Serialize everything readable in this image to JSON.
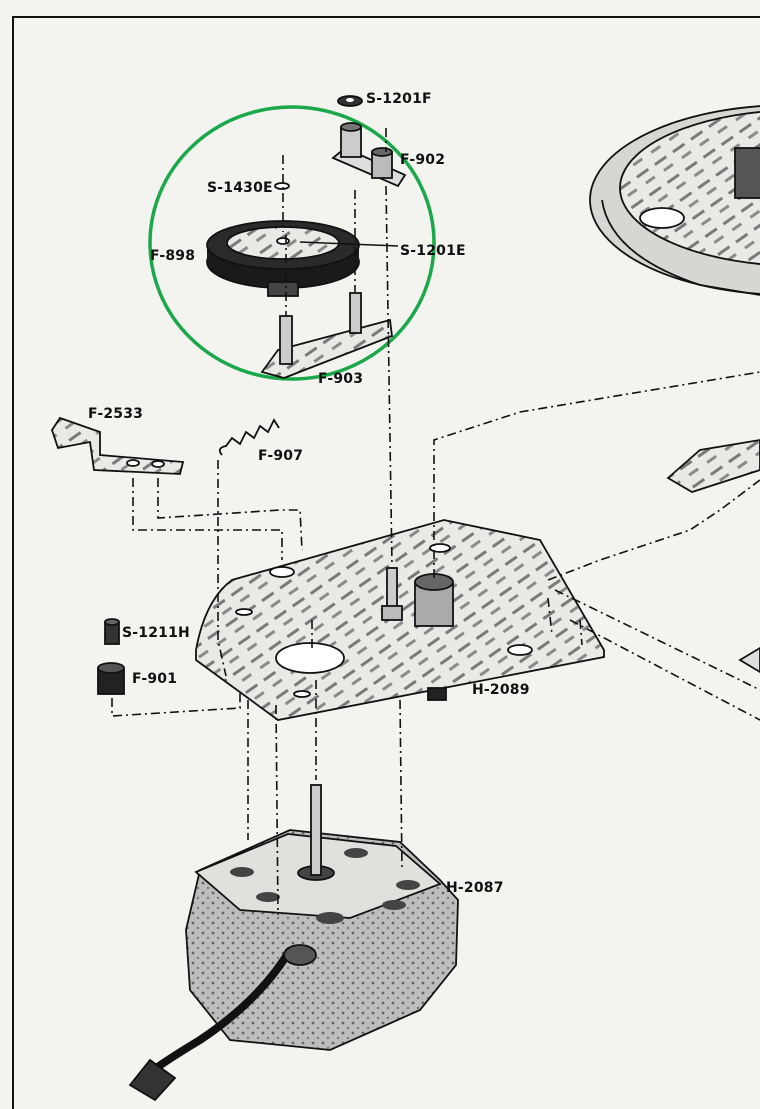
{
  "labels": {
    "s1201f": "S-1201F",
    "f902": "F-902",
    "s1430e": "S-1430E",
    "f898": "F-898",
    "s1201e": "S-1201E",
    "f903": "F-903",
    "f2533": "F-2533",
    "f907": "F-907",
    "s1211h": "S-1211H",
    "f901": "F-901",
    "h2089": "H-2089",
    "h2087": "H-2087"
  },
  "colors": {
    "paper": "#f3f3f0",
    "ink": "#111111",
    "highlight_circle": "#1aa84a",
    "plate_shade": "#c9c9c9"
  }
}
